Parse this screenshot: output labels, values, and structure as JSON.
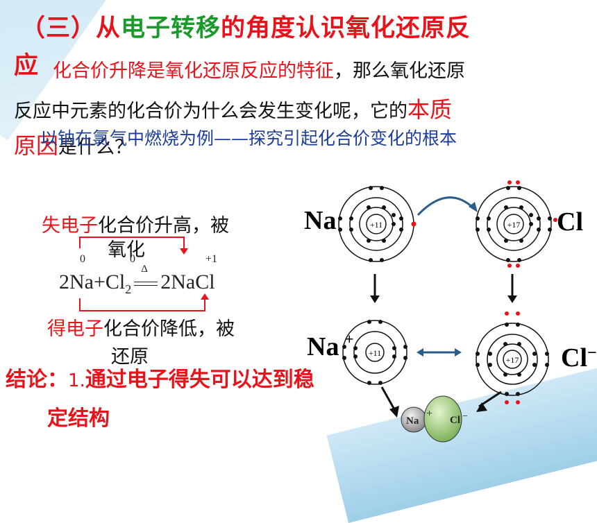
{
  "title": {
    "p1": "（三）从",
    "p2": "电子转移",
    "p3": "的角度认识氧化还原反",
    "p4": "应"
  },
  "body": {
    "l1_red": "化合价升降是氧化还原反应的特征",
    "l1_black": "，那么氧化还原",
    "l2_black": "反应中元素的化合价为什么会发生变化呢，它的",
    "l2_red": "本质",
    "l3_red": "原因",
    "l3_black": "是什么？",
    "blue_line": "以钠在氯气中燃烧为例——探究引起化合价变化的根本"
  },
  "equation": {
    "lose_label": "失电子",
    "lose_text": "化合价升高，被",
    "lose_text2": "氧化",
    "gain_label": "得电子",
    "gain_text": "化合价降低，被",
    "gain_text2": "还原",
    "ox_na": "0",
    "ox_cl": "0",
    "ox_nacl": "+1",
    "expr_a": "2Na+Cl",
    "sub2": "2",
    "delta": "Δ",
    "expr_b": "2NaCl"
  },
  "conclusion": {
    "label": "结论：",
    "num": "1.",
    "text1": "通过电子得失可以达到稳",
    "text2": "定结构"
  },
  "atoms": {
    "na": "Na",
    "cl": "Cl",
    "na_ion": "Na",
    "na_charge": "+",
    "cl_ion": "Cl",
    "cl_charge": "−",
    "nucleus_na": "+11",
    "nucleus_cl": "+17",
    "ion_na": "Na",
    "ion_na_charge": "+",
    "ion_cl": "Cl",
    "ion_cl_charge": "−"
  },
  "colors": {
    "red": "#e8131a",
    "green": "#1a9a2a",
    "blue": "#1c3d9a"
  }
}
